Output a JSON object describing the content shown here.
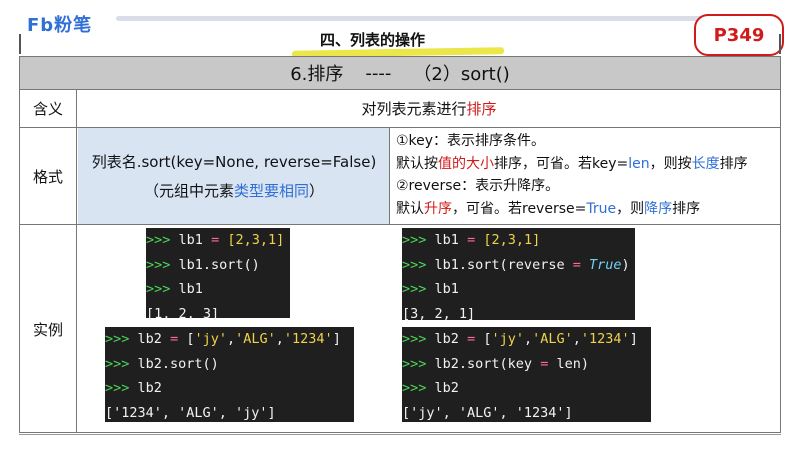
{
  "header": {
    "logo": "Fb粉笔",
    "section_title": "四、列表的操作",
    "page_badge": "P349"
  },
  "title": {
    "main": "6.排序",
    "dashes": "----",
    "sub": "（2）sort()"
  },
  "rows": {
    "meaning_label": "含义",
    "meaning_text_prefix": "对列表元素进行",
    "meaning_text_highlight": "排序",
    "format_label": "格式",
    "format_syntax": "列表名.sort(key=None, reverse=False)",
    "format_note_prefix": "（元组中元素",
    "format_note_highlight": "类型要相同",
    "format_note_suffix": "）",
    "examples_label": "实例"
  },
  "format_desc": {
    "l1": "①key：表示排序条件。",
    "l2_a": "默认按",
    "l2_b": "值的大小",
    "l2_c": "排序，可省。若key=",
    "l2_d": "len",
    "l2_e": "，则按",
    "l2_f": "长度",
    "l2_g": "排序",
    "l3": "②reverse：表示升降序。",
    "l4_a": "默认",
    "l4_b": "升序",
    "l4_c": "，可省。若reverse=",
    "l4_d": "True",
    "l4_e": "，则",
    "l4_f": "降序",
    "l4_g": "排序"
  },
  "examples": {
    "prompt": ">>>",
    "a1": "lb1",
    "a1_eq": "=",
    "a1_val": "[2,3,1]",
    "a2": "lb1.sort()",
    "a3": "lb1",
    "a4": "[1, 2, 3]",
    "b1": "lb1",
    "b1_eq": "=",
    "b1_val": "[2,3,1]",
    "b2_a": "lb1.sort(reverse",
    "b2_eq": "=",
    "b2_true": "True",
    "b2_close": ")",
    "b3": "lb1",
    "b4": "[3, 2, 1]",
    "c1": "lb2",
    "c1_eq": "=",
    "c1_open": "[",
    "c1_s1": "'jy'",
    "c1_c1": ",",
    "c1_s2": "'ALG'",
    "c1_c2": ",",
    "c1_s3": "'1234'",
    "c1_close": "]",
    "c2": "lb2.sort()",
    "c3": "lb2",
    "c4": "['1234', 'ALG', 'jy']",
    "d1": "lb2",
    "d1_eq": "=",
    "d1_open": "[",
    "d1_s1": "'jy'",
    "d1_c1": ",",
    "d1_s2": "'ALG'",
    "d1_c2": ",",
    "d1_s3": "'1234'",
    "d1_close": "]",
    "d2_a": "lb2.sort(key",
    "d2_eq": "=",
    "d2_b": "len)",
    "d3": "lb2",
    "d4": "['jy', 'ALG', '1234']"
  }
}
